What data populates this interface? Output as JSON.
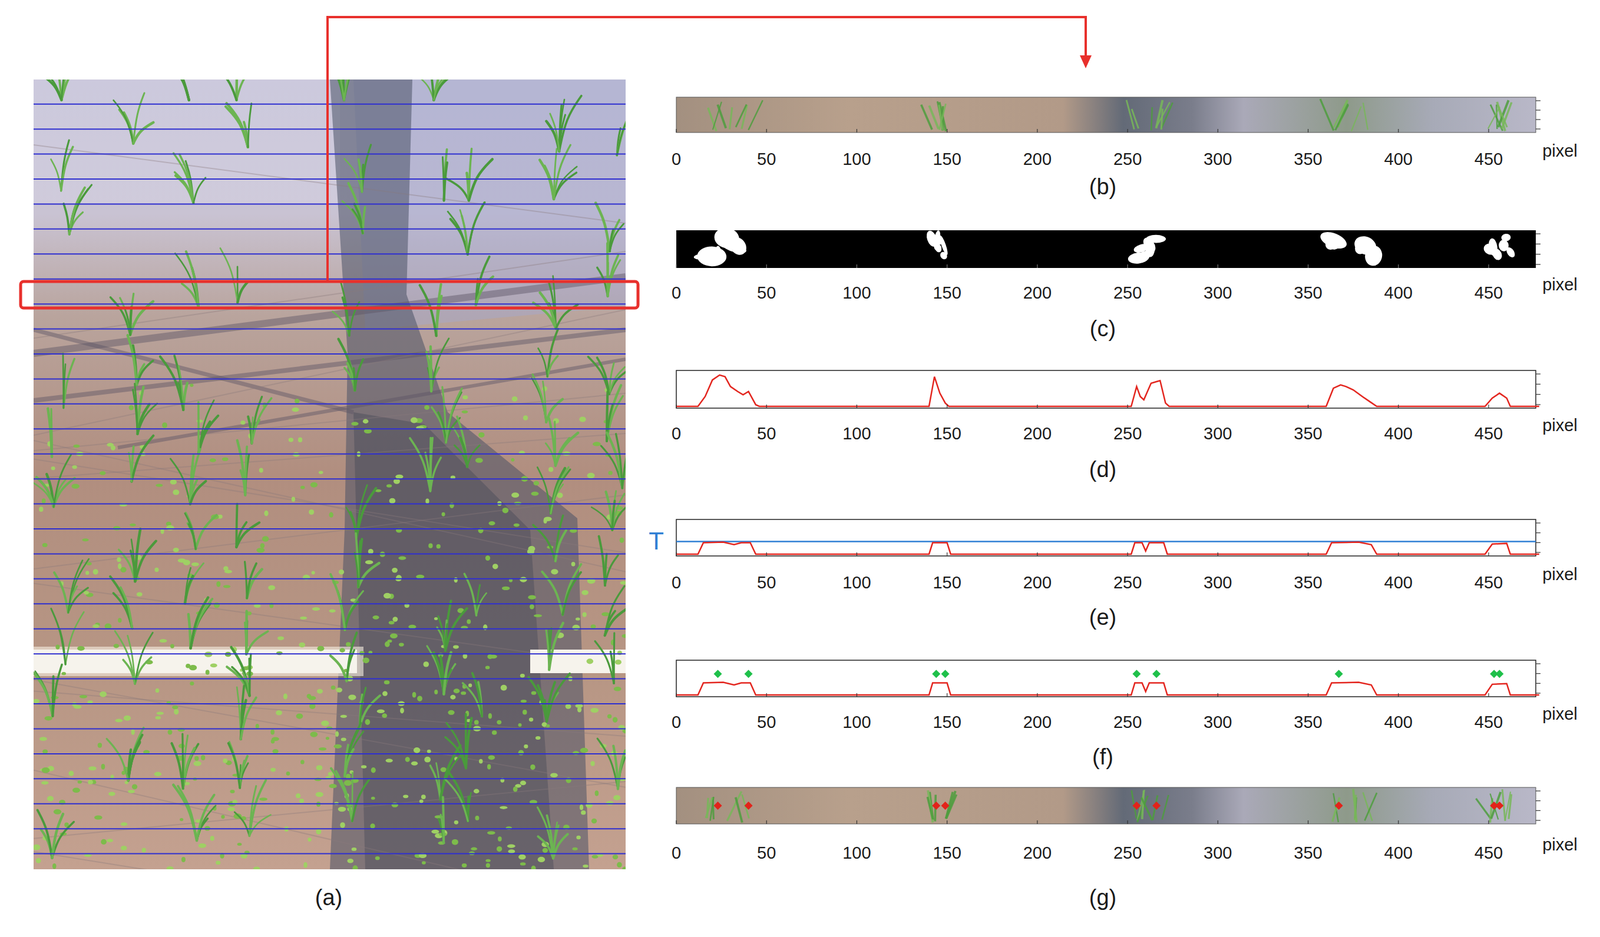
{
  "diagram": {
    "labels": [
      "(a)",
      "0",
      "50",
      "100",
      "150",
      "200",
      "250",
      "300",
      "350",
      "400",
      "450",
      "pixel",
      "(b)",
      "0",
      "50",
      "100",
      "150",
      "200",
      "250",
      "300",
      "350",
      "400",
      "450",
      "pixel",
      "(c)",
      "0",
      "50",
      "100",
      "150",
      "200",
      "250",
      "300",
      "350",
      "400",
      "450",
      "pixel",
      "(d)",
      "0",
      "50",
      "100",
      "150",
      "200",
      "250",
      "300",
      "350",
      "400",
      "450",
      "pixel",
      "(e)",
      "0",
      "50",
      "100",
      "150",
      "200",
      "250",
      "300",
      "350",
      "400",
      "450",
      "pixel",
      "(f)",
      "0",
      "50",
      "100",
      "150",
      "200",
      "250",
      "300",
      "350",
      "400",
      "450",
      "pixel",
      "(g)",
      "T"
    ]
  }
}
